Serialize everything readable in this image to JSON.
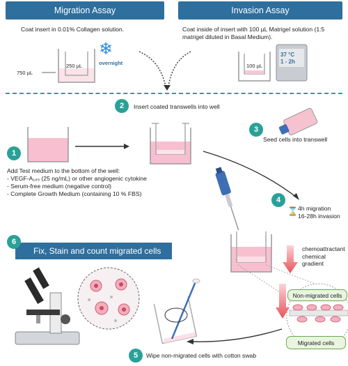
{
  "headers": {
    "migration": "Migration Assay",
    "invasion": "Invasion Assay"
  },
  "migration": {
    "coat_text": "Coat insert in 0.01% Collagen solution.",
    "volume_label": "750 µL",
    "insert_volume": "250 µL",
    "overnight": "overnight"
  },
  "invasion": {
    "coat_text": "Coat inside of insert with 100 µL Matrigel solution (1:5 matrigel diluted in Basal Medium).",
    "insert_volume": "100 µL",
    "incubator_temp": "37 °C",
    "incubator_time": "1 - 2h"
  },
  "steps": {
    "s1": "1",
    "s2": "2",
    "s3": "3",
    "s4": "4",
    "s5": "5",
    "s6": "6"
  },
  "step2_text": "Insert coated transwells into well",
  "step3_text": "Seed cells into transwell",
  "step1": {
    "title": "Add Test medium to the bottom of the well:",
    "items": [
      "- VEGF-A₁₆₅ (25 ng/mL) or other angiogenic cytokine",
      "- Serum-free medium (negative control)",
      "- Complete Growth Medium (containing 10 % FBS)"
    ]
  },
  "step4": {
    "migration_time": "4h migration",
    "invasion_time": "16-28h invasion"
  },
  "gradient_label": "chemoattractant chemical gradient",
  "non_migrated": "Non-migrated cells",
  "migrated": "Migrated cells",
  "step5_text": "Wipe non-migrated cells with cotton swab",
  "step6_title": "Fix, Stain and count migrated cells",
  "colors": {
    "header_blue": "#2e6f9e",
    "teal": "#2aa198",
    "medium_pink": "#f4b6c6",
    "gradient_red": "#e8525a",
    "label_green": "#6aa84f"
  }
}
